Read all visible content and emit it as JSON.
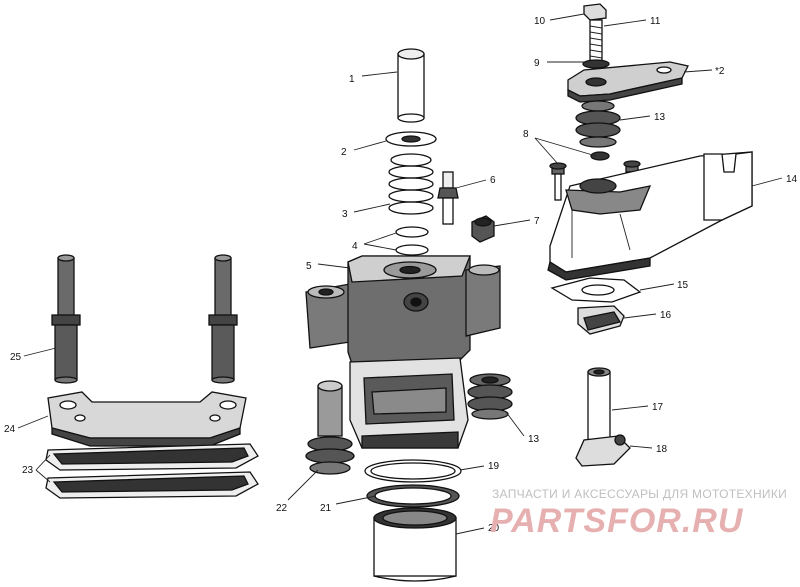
{
  "callouts": {
    "c1": "1",
    "c2": "2",
    "c3": "3",
    "c4": "4",
    "c5": "5",
    "c6": "6",
    "c7": "7",
    "c8": "8",
    "c9": "9",
    "c10": "10",
    "c11": "11",
    "c12": "*2",
    "c13a": "13",
    "c13b": "13",
    "c14": "14",
    "c15": "15",
    "c16": "16",
    "c17": "17",
    "c18": "18",
    "c19": "19",
    "c20": "20",
    "c21": "21",
    "c22": "22",
    "c23": "23",
    "c24": "24",
    "c25": "25"
  },
  "watermark": {
    "caption": "ЗАПЧАСТИ И АКСЕССУАРЫ ДЛЯ МОТОТЕХНИКИ",
    "brand": "PARTSFOR.RU"
  },
  "colors": {
    "line": "#111111",
    "shade": "#5a5a5a",
    "dark": "#333333",
    "watermark_text": "#bfbfbf",
    "watermark_brand": "#e7b0b0"
  }
}
